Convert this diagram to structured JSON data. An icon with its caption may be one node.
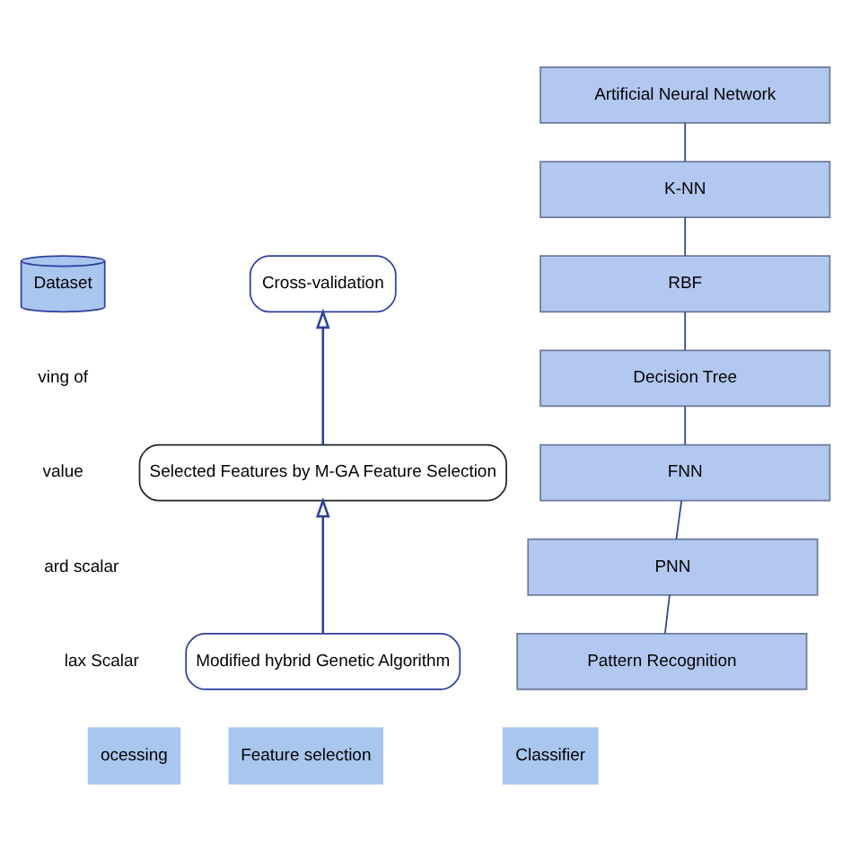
{
  "diagram": {
    "nodes": [
      {
        "text": [
          "Cross-validation"
        ]
      },
      {
        "text": [
          "Selected Features by M-GA Feature Selection"
        ]
      },
      {
        "text": [
          "Modified hybrid Genetic Algorithm"
        ]
      },
      {
        "text": [
          "Artificial Neural Network"
        ]
      },
      {
        "text": [
          "K-NN"
        ]
      },
      {
        "text": [
          "RBF"
        ]
      },
      {
        "text": [
          "Decision Tree"
        ]
      },
      {
        "text": [
          "FNN"
        ]
      },
      {
        "text": [
          "PNN"
        ]
      },
      {
        "text": [
          "Pattern Recognition"
        ]
      },
      {
        "text": [
          "Dataset"
        ]
      }
    ],
    "edges": [
      {
        "from": 1,
        "to": 0,
        "arrow": "to"
      },
      {
        "from": 2,
        "to": 1,
        "arrow": "to"
      },
      {
        "from": 3,
        "to": 4,
        "arrow": "none"
      },
      {
        "from": 4,
        "to": 5,
        "arrow": "none"
      },
      {
        "from": 5,
        "to": 6,
        "arrow": "none"
      },
      {
        "from": 6,
        "to": 7,
        "arrow": "none"
      },
      {
        "from": 7,
        "to": 8,
        "arrow": "none"
      },
      {
        "from": 8,
        "to": 9,
        "arrow": "none"
      }
    ],
    "labels": [
      "ving of",
      "value",
      "ard scalar",
      "lax Scalar",
      "ocessing",
      "Feature selection",
      "Classifier"
    ]
  }
}
